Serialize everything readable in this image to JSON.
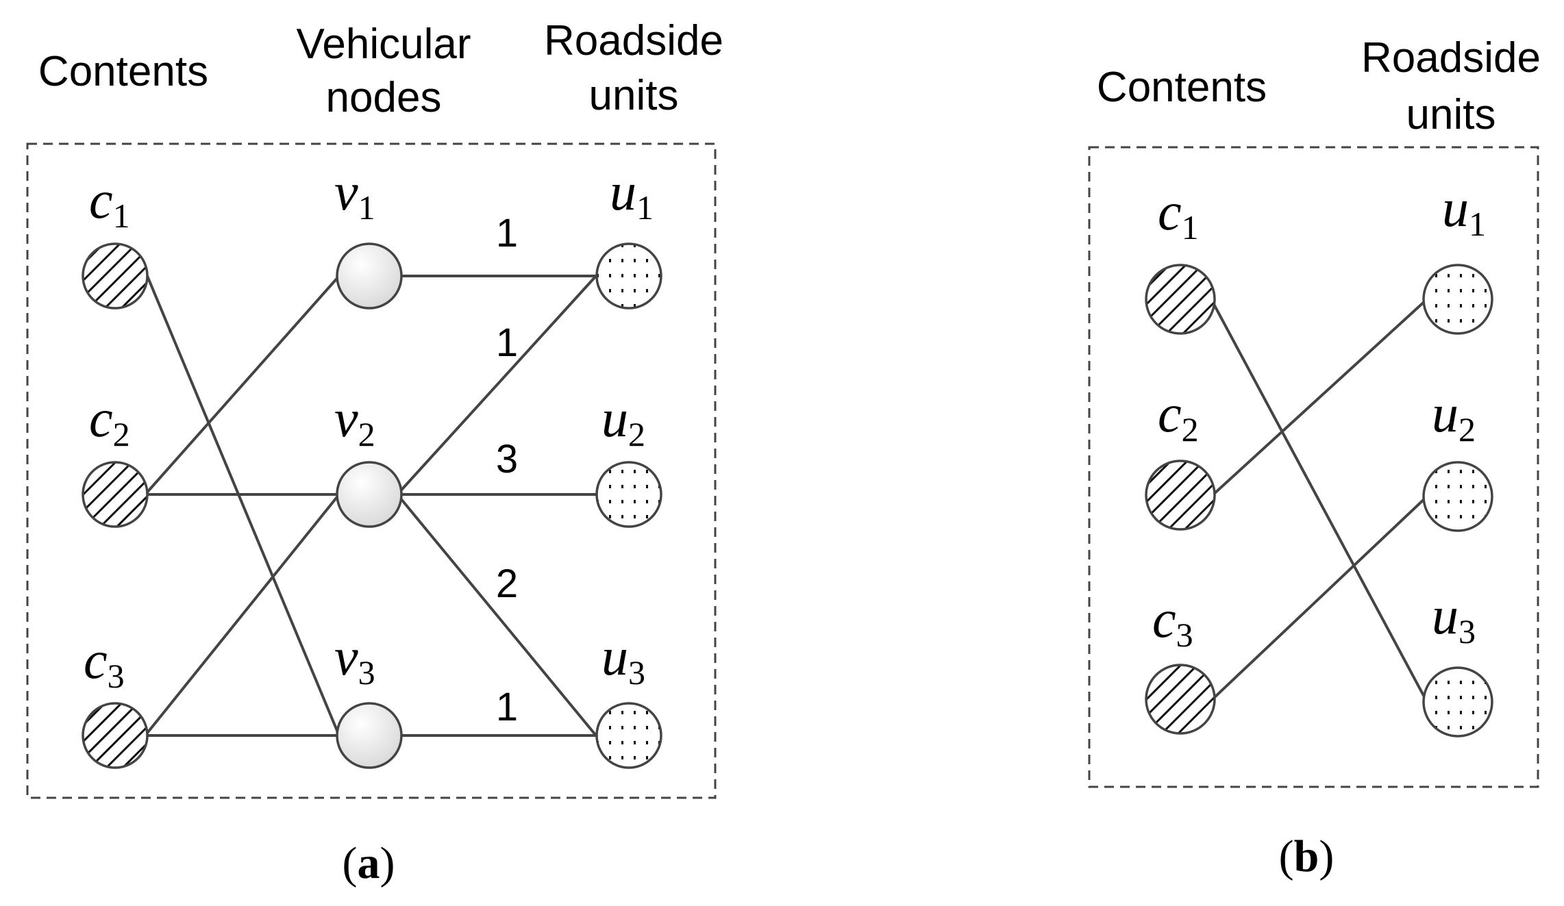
{
  "panel_a": {
    "headers": {
      "contents": "Contents",
      "vehicular_1": "Vehicular",
      "vehicular_2": "nodes",
      "roadside_1": "Roadside",
      "roadside_2": "units"
    },
    "content_nodes": [
      {
        "base": "c",
        "sub": "1"
      },
      {
        "base": "c",
        "sub": "2"
      },
      {
        "base": "c",
        "sub": "3"
      }
    ],
    "vehicle_nodes": [
      {
        "base": "v",
        "sub": "1"
      },
      {
        "base": "v",
        "sub": "2"
      },
      {
        "base": "v",
        "sub": "3"
      }
    ],
    "unit_nodes": [
      {
        "base": "u",
        "sub": "1"
      },
      {
        "base": "u",
        "sub": "2"
      },
      {
        "base": "u",
        "sub": "3"
      }
    ],
    "content_vehicle_edges": [
      [
        "c1",
        "v3"
      ],
      [
        "c2",
        "v1"
      ],
      [
        "c2",
        "v2"
      ],
      [
        "c3",
        "v2"
      ],
      [
        "c3",
        "v3"
      ]
    ],
    "vehicle_unit_edges": [
      {
        "from": "v1",
        "to": "u1",
        "weight": "1"
      },
      {
        "from": "v2",
        "to": "u1",
        "weight": "1"
      },
      {
        "from": "v2",
        "to": "u2",
        "weight": "3"
      },
      {
        "from": "v2",
        "to": "u3",
        "weight": "2"
      },
      {
        "from": "v3",
        "to": "u3",
        "weight": "1"
      }
    ],
    "caption": {
      "open": "(",
      "letter": "a",
      "close": ")"
    }
  },
  "panel_b": {
    "headers": {
      "contents": "Contents",
      "roadside_1": "Roadside",
      "roadside_2": "units"
    },
    "content_nodes": [
      {
        "base": "c",
        "sub": "1"
      },
      {
        "base": "c",
        "sub": "2"
      },
      {
        "base": "c",
        "sub": "3"
      }
    ],
    "unit_nodes": [
      {
        "base": "u",
        "sub": "1"
      },
      {
        "base": "u",
        "sub": "2"
      },
      {
        "base": "u",
        "sub": "3"
      }
    ],
    "edges": [
      [
        "c1",
        "u3"
      ],
      [
        "c2",
        "u1"
      ],
      [
        "c3",
        "u2"
      ]
    ],
    "caption": {
      "open": "(",
      "letter": "b",
      "close": ")"
    }
  },
  "colors": {
    "line": "#444444",
    "node_fill_light": "#ffffff",
    "node_fill_shade": "#d9d9d9"
  }
}
